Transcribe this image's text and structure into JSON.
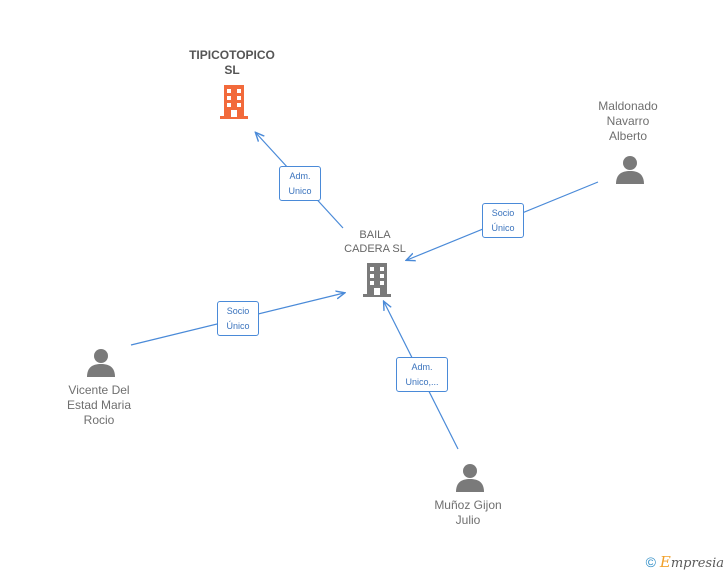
{
  "nodes": {
    "tipicotopico": {
      "lines": [
        "TIPICOTOPICO",
        "SL"
      ],
      "type": "company",
      "color": "#f26a3b",
      "icon": "building-icon"
    },
    "baila": {
      "lines": [
        "BAILA",
        "CADERA  SL"
      ],
      "type": "company",
      "color": "#7a7a7a",
      "icon": "building-icon"
    },
    "maldonado": {
      "lines": [
        "Maldonado",
        "Navarro",
        "Alberto"
      ],
      "type": "person",
      "icon": "person-icon"
    },
    "vicente": {
      "lines": [
        "Vicente Del",
        "Estad Maria",
        "Rocio"
      ],
      "type": "person",
      "icon": "person-icon"
    },
    "munoz": {
      "lines": [
        "Muñoz Gijon",
        "Julio"
      ],
      "type": "person",
      "icon": "person-icon"
    }
  },
  "edges": [
    {
      "from": "baila",
      "to": "tipicotopico",
      "lines": [
        "Adm.",
        "Unico"
      ]
    },
    {
      "from": "maldonado",
      "to": "baila",
      "lines": [
        "Socio",
        "Único"
      ]
    },
    {
      "from": "vicente",
      "to": "baila",
      "lines": [
        "Socio",
        "Único"
      ]
    },
    {
      "from": "munoz",
      "to": "baila",
      "lines": [
        "Adm.",
        "Unico,..."
      ]
    }
  ],
  "colors": {
    "edge": "#4a8ad8",
    "person": "#7a7a7a"
  },
  "footer": {
    "copyright": "©",
    "brand_initial": "E",
    "brand_rest": "mpresia"
  }
}
